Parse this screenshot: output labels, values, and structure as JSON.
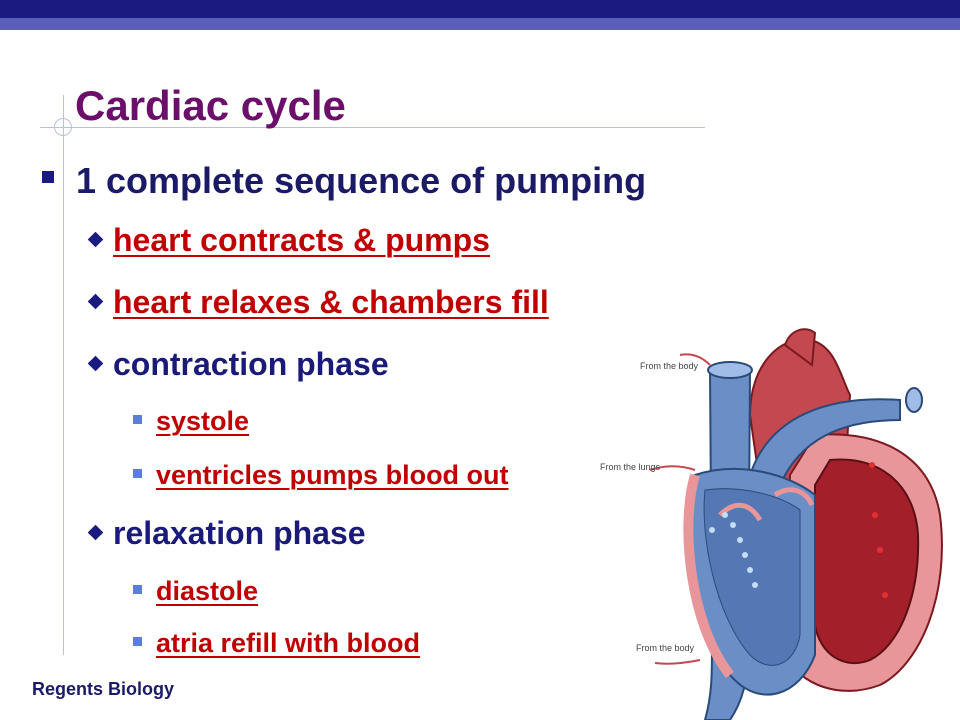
{
  "slide": {
    "title": "Cardiac cycle",
    "bullet1": "1 complete sequence of pumping",
    "sub1": "heart contracts & pumps",
    "sub2": "heart relaxes & chambers fill",
    "sub3": "contraction phase",
    "sub3a": "systole",
    "sub3b": "ventricles pumps blood out",
    "sub4": "relaxation phase",
    "sub4a": "diastole",
    "sub4b": "atria refill with blood",
    "footer": "Regents Biology"
  },
  "diagram": {
    "label_top": "From the body",
    "label_lungs": "From the lungs",
    "label_bottom": "From the body"
  },
  "colors": {
    "title": "#6b0f6b",
    "text": "#1a1a66",
    "highlight": "#c00000",
    "banner": "#1a1a80"
  }
}
